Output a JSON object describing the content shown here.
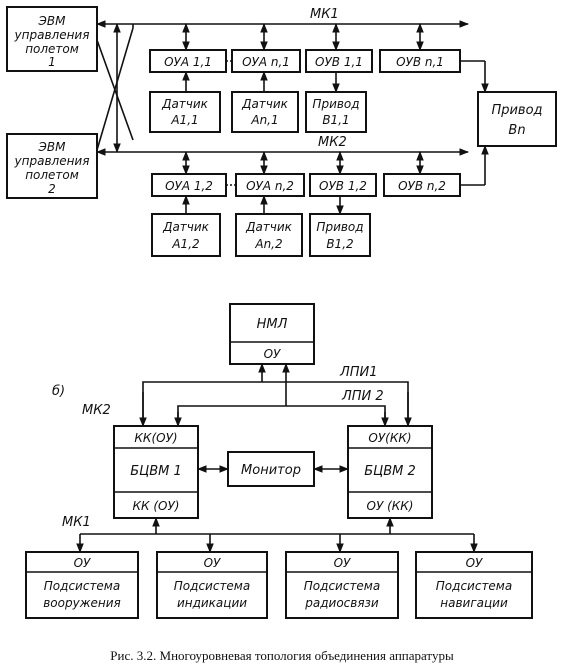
{
  "top": {
    "computer1": [
      "ЭВМ",
      "управления",
      "полетом",
      "1"
    ],
    "computer2": [
      "ЭВМ",
      "управления",
      "полетом",
      "2"
    ],
    "bus1": "МК1",
    "bus2": "МК2",
    "row1": {
      "modules": [
        "ОУА 1,1",
        "ОУА n,1",
        "ОУВ 1,1",
        "ОУВ n,1"
      ],
      "sensor1": [
        "Датчик",
        "А1,1"
      ],
      "sensor2": [
        "Датчик",
        "Аn,1"
      ],
      "drive": [
        "Привод",
        "В1,1"
      ]
    },
    "row2": {
      "modules": [
        "ОУА 1,2",
        "ОУА n,2",
        "ОУВ 1,2",
        "ОУВ n,2"
      ],
      "sensor1": [
        "Датчик",
        "А1,2"
      ],
      "sensor2": [
        "Датчик",
        "Аn,2"
      ],
      "drive": [
        "Привод",
        "В1,2"
      ]
    },
    "drive_n": [
      "Привод",
      "Вn"
    ]
  },
  "bottom": {
    "label": "б)",
    "tape": "НМЛ",
    "tape_ou": "ОУ",
    "bus_lpi1": "ЛПИ1",
    "bus_lpi2": "ЛПИ 2",
    "bus_mk2": "МК2",
    "bus_mk1": "МК1",
    "bcvm1": {
      "top": "КК(ОУ)",
      "name": "БЦВМ 1",
      "bottom": "КК (ОУ)"
    },
    "bcvm2": {
      "top": "ОУ(КК)",
      "name": "БЦВМ 2",
      "bottom": "ОУ (КК)"
    },
    "monitor": "Монитор",
    "subsystems": [
      {
        "ou": "ОУ",
        "lines": [
          "Подсистема",
          "вооружения"
        ]
      },
      {
        "ou": "ОУ",
        "lines": [
          "Подсистема",
          "индикации"
        ]
      },
      {
        "ou": "ОУ",
        "lines": [
          "Подсистема",
          "радиосвязи"
        ]
      },
      {
        "ou": "ОУ",
        "lines": [
          "Подсистема",
          "навигации"
        ]
      }
    ]
  },
  "caption": "Рис. 3.2. Многоуровневая топология объединения аппаратуры"
}
